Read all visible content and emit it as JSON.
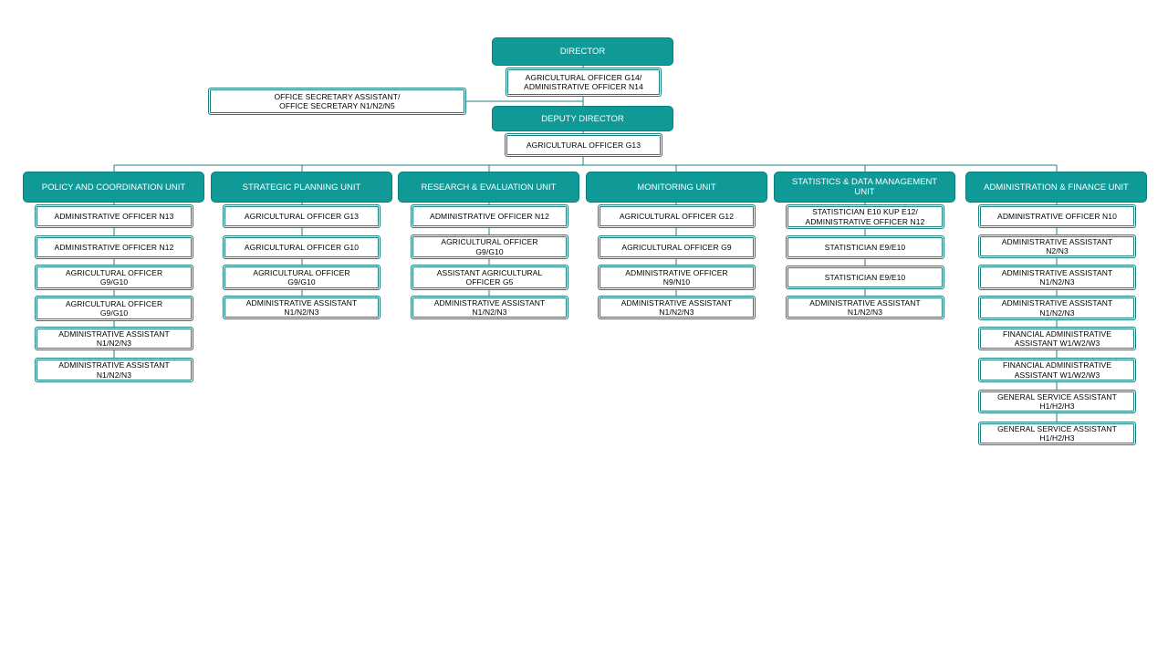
{
  "director": {
    "title": "DIRECTOR",
    "positions": [
      "AGRICULTURAL OFFICER G14/\nADMINISTRATIVE   OFFICER N14"
    ]
  },
  "office_secretary": "OFFICE SECRETARY ASSISTANT/\nOFFICE SECRETARY  N1/N2/N5",
  "deputy_director": {
    "title": "DEPUTY DIRECTOR",
    "positions": [
      "AGRICULTURAL OFFICER G13"
    ]
  },
  "units": [
    {
      "title": "POLICY AND COORDINATION UNIT",
      "positions": [
        "ADMINISTRATIVE   OFFICER N13",
        "ADMINISTRATIVE   OFFICER N12",
        "AGRICULTURAL OFFICER\nG9/G10",
        "AGRICULTURAL OFFICER\nG9/G10",
        "ADMINISTRATIVE  ASSISTANT\nN1/N2/N3",
        "ADMINISTRATIVE  ASSISTANT\nN1/N2/N3"
      ]
    },
    {
      "title": "STRATEGIC  PLANNING UNIT",
      "positions": [
        "AGRICULTURAL OFFICER G13",
        "AGRICULTURAL OFFICER G10",
        "AGRICULTURAL OFFICER\nG9/G10",
        "ADMINISTRATIVE  ASSISTANT\nN1/N2/N3"
      ]
    },
    {
      "title": "RESEARCH & EVALUATION  UNIT",
      "positions": [
        "ADMINISTRATIVE   OFFICER N12",
        "AGRICULTURAL  OFFICER\nG9/G10",
        "ASSISTANT  AGRICULTURAL\nOFFICER G5",
        "ADMINISTRATIVE  ASSISTANT\nN1/N2/N3"
      ]
    },
    {
      "title": "MONITORING UNIT",
      "positions": [
        "AGRICULTURAL OFFICER G12",
        "AGRICULTURAL OFFICER G9",
        "ADMINISTRATIVE   OFFICER\nN9/N10",
        "ADMINISTRATIVE  ASSISTANT\nN1/N2/N3"
      ]
    },
    {
      "title": "STATISTICS  & DATA  MANAGEMENT\nUNIT",
      "positions": [
        "STATISTICIAN   E10 KUP E12/\nADMINISTRATIVE   OFFICER N12",
        "STATISTICIAN   E9/E10",
        "STATISTICIAN   E9/E10",
        "ADMINISTRATIVE  ASSISTANT\nN1/N2/N3"
      ]
    },
    {
      "title": "ADMINISTRATION  & FINANCE UNIT",
      "positions": [
        "ADMINISTRATIVE   OFFICER N10",
        "ADMINISTRATIVE  ASSISTANT\nN2/N3",
        "ADMINISTRATIVE  ASSISTANT\nN1/N2/N3",
        "ADMINISTRATIVE  ASSISTANT\nN1/N2/N3",
        "FINANCIAL  ADMINISTRATIVE\nASSISTANT  W1/W2/W3",
        "FINANCIAL  ADMINISTRATIVE\nASSISTANT  W1/W2/W3",
        "GENERAL  SERVICE ASSISTANT\nH1/H2/H3",
        "GENERAL  SERVICE ASSISTANT\nH1/H2/H3"
      ]
    }
  ],
  "colors": {
    "header_fill": "#0f9a97",
    "header_border": "#0b7d7a",
    "box_border": "#1f7f7c",
    "connector": "#1f7f7c"
  }
}
